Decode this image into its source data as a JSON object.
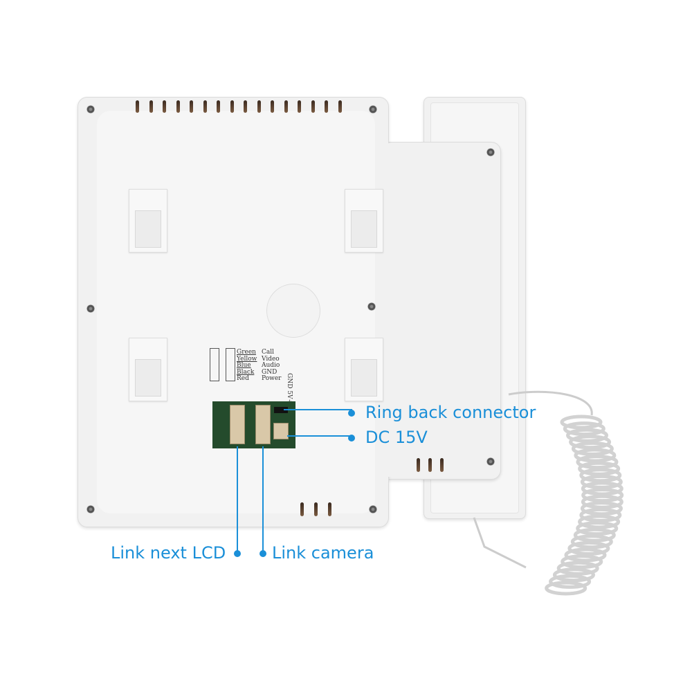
{
  "callouts": {
    "ring_back": "Ring back connector",
    "dc": "DC 15V",
    "link_lcd": "Link next LCD",
    "link_camera": "Link camera"
  },
  "wiring_label": {
    "rows": [
      {
        "color": "Green",
        "function": "Call"
      },
      {
        "color": "Yellow",
        "function": "Video"
      },
      {
        "color": "Blue",
        "function": "Audio"
      },
      {
        "color": "Black",
        "function": "GND"
      },
      {
        "color": "Red",
        "function": "Power"
      }
    ],
    "power_pins": {
      "gnd": "GND",
      "v": "5V+"
    }
  },
  "colors": {
    "accent": "#1a8fd8",
    "body": "#f1f1f1",
    "pcb": "#244b2c"
  }
}
